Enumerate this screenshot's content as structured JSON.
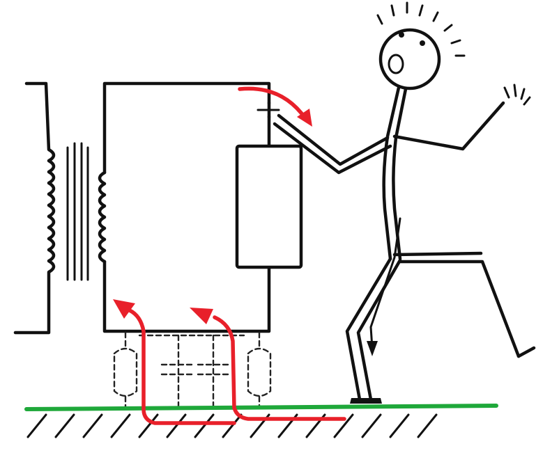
{
  "colors": {
    "current_path": "#e8202a",
    "ground_line": "#1fa83a",
    "line_art": "#111111",
    "background": "#ffffff"
  },
  "figure": {
    "elements": [
      "transformer",
      "circuit-loop",
      "load-resistor",
      "switch",
      "leakage-capacitance",
      "ground-plane",
      "shocked-person",
      "current-path-arrows"
    ]
  }
}
